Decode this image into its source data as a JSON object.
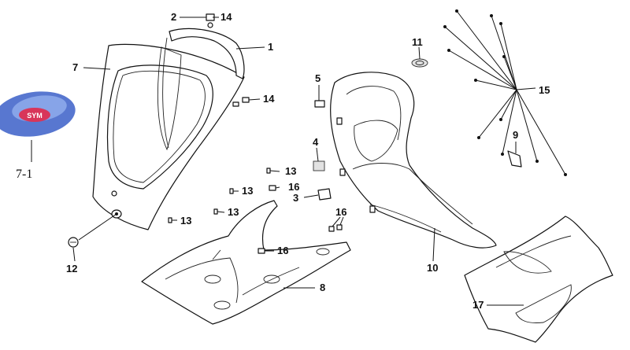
{
  "diagram": {
    "labels": {
      "l1": "1",
      "l2": "2",
      "l3": "3",
      "l4": "4",
      "l5": "5",
      "l7": "7",
      "l7_1": "7-1",
      "l8": "8",
      "l9": "9",
      "l10": "10",
      "l11": "11",
      "l12": "12",
      "l13a": "13",
      "l13b": "13",
      "l13c": "13",
      "l13d": "13",
      "l14a": "14",
      "l14b": "14",
      "l15": "15",
      "l16a": "16",
      "l16b": "16",
      "l16c": "16",
      "l17": "17"
    },
    "emblem_text": "SYM"
  }
}
